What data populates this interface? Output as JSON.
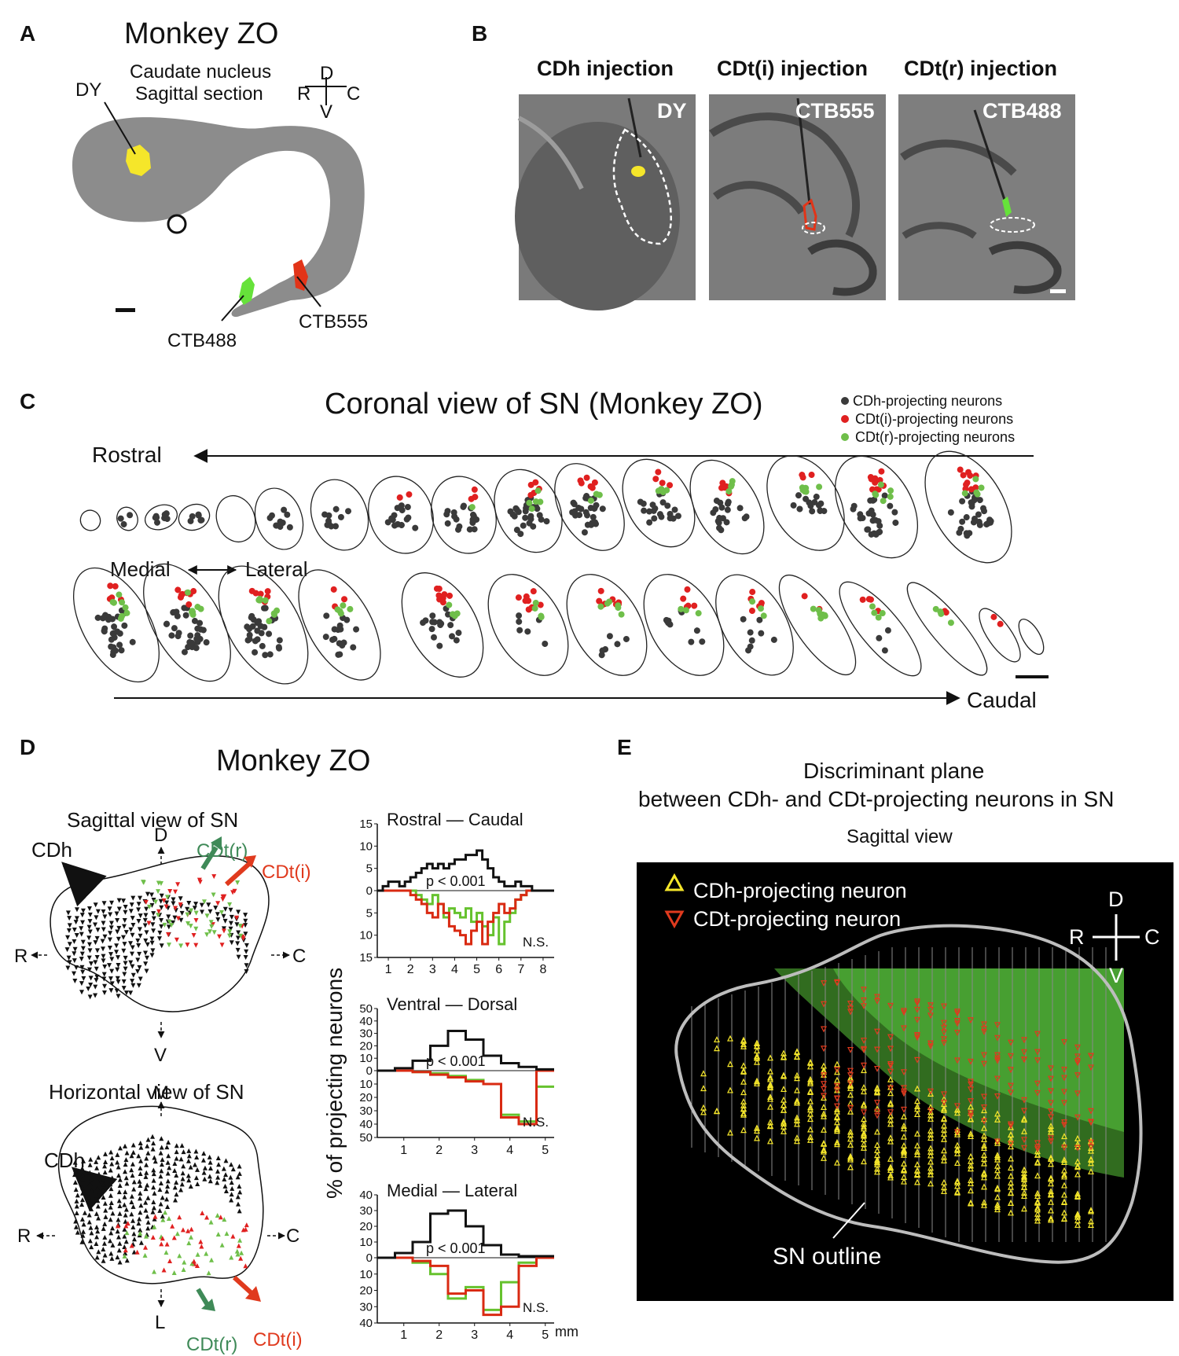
{
  "panels": {
    "a": {
      "letter": "A",
      "title": "Monkey ZO",
      "subtitle1": "Caudate nucleus",
      "subtitle2": "Sagittal section",
      "compass": {
        "d": "D",
        "r": "R",
        "c": "C",
        "v": "V"
      },
      "injections": {
        "dy": "DY",
        "ctb488": "CTB488",
        "ctb555": "CTB555"
      },
      "colors": {
        "brain": "#8c8c8c",
        "dy": "#f5e62a",
        "ctb488": "#66e23a",
        "ctb555": "#e23418"
      }
    },
    "b": {
      "letter": "B",
      "headers": [
        "CDh injection",
        "CDt(i) injection",
        "CDt(r) injection"
      ],
      "tags": [
        "DY",
        "CTB555",
        "CTB488"
      ]
    },
    "c": {
      "letter": "C",
      "title": "Coronal view of SN (Monkey ZO)",
      "legend": [
        "CDh-projecting neurons",
        "CDt(i)-projecting neurons",
        "CDt(r)-projecting neurons"
      ],
      "colors": {
        "cdh": "#3a3a3a",
        "cdti": "#e02020",
        "cdtr": "#6fbf4a"
      },
      "rostral": "Rostral",
      "caudal": "Caudal",
      "medial": "Medial",
      "lateral": "Lateral"
    },
    "d": {
      "letter": "D",
      "title": "Monkey ZO",
      "sagittal": "Sagittal view of SN",
      "horizontal": "Horizontal view of SN",
      "labels": {
        "cdh": "CDh",
        "cdtr": "CDt(r)",
        "cdti": "CDt(i)",
        "d": "D",
        "v": "V",
        "r": "R",
        "c": "C",
        "m": "M",
        "l": "L"
      },
      "ylabel": "% of projecting neurons",
      "unit": "mm"
    },
    "e": {
      "letter": "E",
      "title1": "Discriminant plane",
      "title2": "between CDh- and CDt-projecting neurons in SN",
      "subtitle": "Sagittal view",
      "legend": [
        "CDh-projecting neuron",
        "CDt-projecting neuron"
      ],
      "compass": {
        "d": "D",
        "r": "R",
        "c": "C",
        "v": "V"
      },
      "outline": "SN outline"
    }
  },
  "chart_data": [
    {
      "type": "line",
      "title": "Rostral — Caudal",
      "xlim": [
        0.5,
        8.5
      ],
      "xticks": [
        1,
        2,
        3,
        4,
        5,
        6,
        7,
        8
      ],
      "ylim": [
        -15,
        15
      ],
      "yticks_top": [
        15,
        10,
        5,
        0
      ],
      "yticks_bottom": [
        5,
        10,
        15
      ],
      "annotation": "p < 0.001",
      "ns_label": "N.S.",
      "series": [
        {
          "color": "#111111",
          "side": "top",
          "x": [
            0.5,
            0.75,
            1.0,
            1.25,
            1.5,
            1.75,
            2.0,
            2.25,
            2.5,
            2.75,
            3.0,
            3.25,
            3.5,
            3.75,
            4.0,
            4.25,
            4.5,
            4.75,
            5.0,
            5.25,
            5.5,
            5.75,
            6.0,
            6.25,
            6.5,
            6.75,
            7.0,
            7.25,
            7.5,
            7.75,
            8.0,
            8.25
          ],
          "values": [
            0,
            1,
            2,
            2,
            1,
            2,
            3,
            4,
            5,
            6,
            5,
            6,
            5,
            6,
            7,
            7,
            8,
            8,
            9,
            7,
            5,
            3,
            2,
            1,
            1,
            2,
            1,
            1,
            0,
            0,
            0,
            0
          ]
        },
        {
          "color": "#d92a12",
          "side": "bottom",
          "x": [
            0.5,
            0.75,
            1.0,
            1.25,
            1.5,
            1.75,
            2.0,
            2.25,
            2.5,
            2.75,
            3.0,
            3.25,
            3.5,
            3.75,
            4.0,
            4.25,
            4.5,
            4.75,
            5.0,
            5.25,
            5.5,
            5.75,
            6.0,
            6.25,
            6.5,
            6.75,
            7.0,
            7.25,
            7.5,
            7.75,
            8.0,
            8.25
          ],
          "values": [
            0,
            0,
            0,
            0,
            0,
            0,
            1,
            2,
            3,
            5,
            6,
            3,
            5,
            8,
            9,
            10,
            12,
            9,
            7,
            12,
            7,
            5,
            3,
            5,
            4,
            2,
            1,
            0,
            0,
            0,
            0,
            0
          ]
        },
        {
          "color": "#66c22e",
          "side": "bottom",
          "x": [
            0.5,
            0.75,
            1.0,
            1.25,
            1.5,
            1.75,
            2.0,
            2.25,
            2.5,
            2.75,
            3.0,
            3.25,
            3.5,
            3.75,
            4.0,
            4.25,
            4.5,
            4.75,
            5.0,
            5.25,
            5.5,
            5.75,
            6.0,
            6.25,
            6.5,
            6.75,
            7.0,
            7.25,
            7.5,
            7.75,
            8.0,
            8.25
          ],
          "values": [
            0,
            0,
            0,
            0,
            0,
            0,
            0,
            1,
            2,
            3,
            1,
            3,
            6,
            4,
            5,
            6,
            4,
            7,
            5,
            8,
            10,
            6,
            12,
            7,
            5,
            2,
            1,
            0,
            0,
            0,
            0,
            0
          ]
        }
      ]
    },
    {
      "type": "line",
      "title": "Ventral — Dorsal",
      "xlim": [
        0.25,
        5.25
      ],
      "xticks": [
        1,
        2,
        3,
        4,
        5
      ],
      "ylim": [
        -50,
        50
      ],
      "yticks_top": [
        50,
        40,
        30,
        20,
        10,
        0
      ],
      "yticks_bottom": [
        10,
        20,
        30,
        40,
        50
      ],
      "annotation": "p < 0.001",
      "ns_label": "N.S.",
      "series": [
        {
          "color": "#111111",
          "side": "top",
          "x": [
            0.25,
            0.75,
            1.25,
            1.75,
            2.25,
            2.75,
            3.25,
            3.75,
            4.25,
            4.75
          ],
          "values": [
            0,
            2,
            8,
            20,
            32,
            25,
            12,
            6,
            3,
            1
          ]
        },
        {
          "color": "#d92a12",
          "side": "bottom",
          "x": [
            0.25,
            0.75,
            1.25,
            1.75,
            2.25,
            2.75,
            3.25,
            3.75,
            4.25,
            4.75
          ],
          "values": [
            0,
            0,
            1,
            3,
            5,
            8,
            10,
            35,
            40,
            0
          ]
        },
        {
          "color": "#66c22e",
          "side": "bottom",
          "x": [
            0.25,
            0.75,
            1.25,
            1.75,
            2.25,
            2.75,
            3.25,
            3.75,
            4.25,
            4.75
          ],
          "values": [
            0,
            0,
            1,
            2,
            4,
            7,
            10,
            33,
            38,
            12
          ]
        }
      ]
    },
    {
      "type": "line",
      "title": "Medial — Lateral",
      "xlim": [
        0.25,
        5.25
      ],
      "xticks": [
        1,
        2,
        3,
        4,
        5
      ],
      "ylim": [
        -40,
        40
      ],
      "yticks_top": [
        40,
        30,
        20,
        10,
        0
      ],
      "yticks_bottom": [
        10,
        20,
        30,
        40
      ],
      "annotation": "p < 0.001",
      "ns_label": "N.S.",
      "series": [
        {
          "color": "#111111",
          "side": "top",
          "x": [
            0.25,
            0.75,
            1.25,
            1.75,
            2.25,
            2.75,
            3.25,
            3.75,
            4.25,
            4.75
          ],
          "values": [
            0,
            3,
            10,
            28,
            30,
            20,
            8,
            2,
            1,
            1
          ]
        },
        {
          "color": "#d92a12",
          "side": "bottom",
          "x": [
            0.25,
            0.75,
            1.25,
            1.75,
            2.25,
            2.75,
            3.25,
            3.75,
            4.25,
            4.75
          ],
          "values": [
            0,
            0,
            2,
            5,
            22,
            20,
            35,
            30,
            5,
            0
          ]
        },
        {
          "color": "#66c22e",
          "side": "bottom",
          "x": [
            0.25,
            0.75,
            1.25,
            1.75,
            2.25,
            2.75,
            3.25,
            3.75,
            4.25,
            4.75
          ],
          "values": [
            0,
            0,
            3,
            10,
            25,
            18,
            32,
            15,
            3,
            0
          ]
        }
      ]
    }
  ]
}
